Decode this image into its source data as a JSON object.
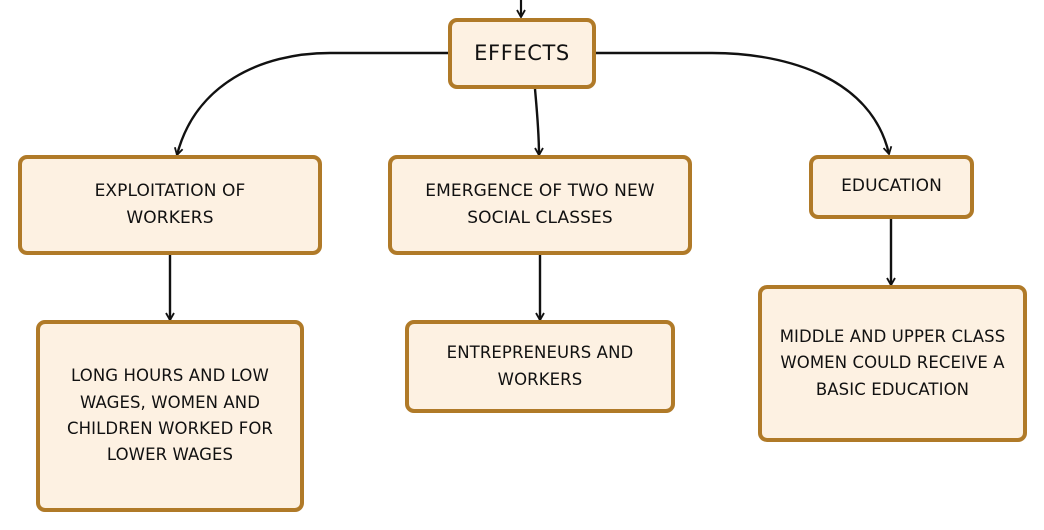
{
  "diagram": {
    "root": "EFFECTS",
    "exploitation": "EXPLOITATION OF WORKERS",
    "classes": "EMERGENCE OF TWO NEW SOCIAL CLASSES",
    "education": "EDUCATION",
    "hours": "LONG HOURS AND LOW WAGES, WOMEN AND CHILDREN WORKED FOR LOWER WAGES",
    "entrepreneurs": "ENTREPRENEURS AND WORKERS",
    "women": "MIDDLE AND UPPER CLASS WOMEN COULD RECEIVE A BASIC EDUCATION"
  },
  "colors": {
    "box_fill": "#fdf1e2",
    "box_border": "#b07a28",
    "connector": "#111111"
  }
}
